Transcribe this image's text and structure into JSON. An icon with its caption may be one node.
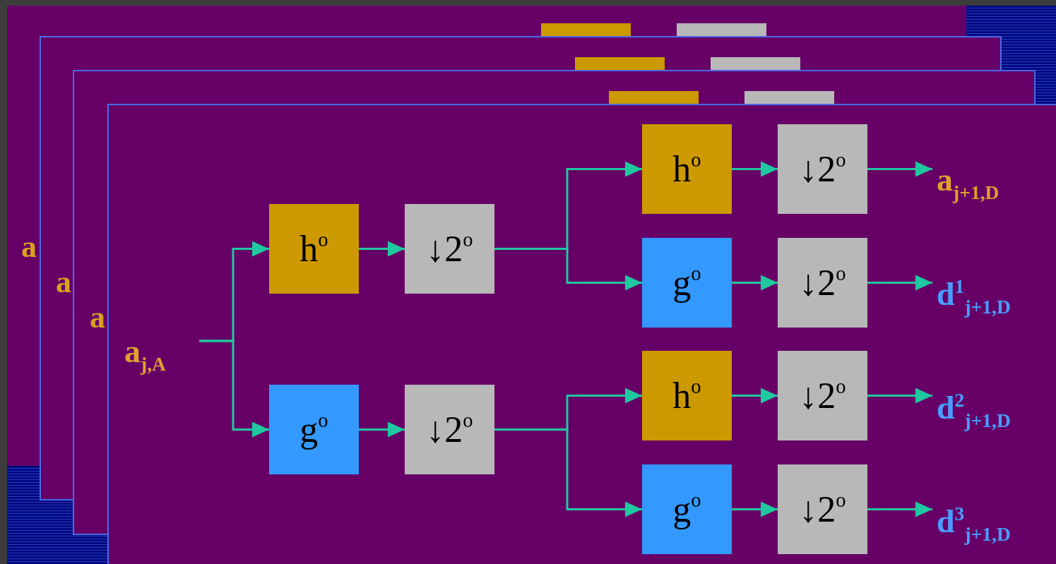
{
  "diagram": {
    "nodes": [
      {
        "text": [
          "a$_{j,A}$"
        ]
      },
      {
        "text": [
          "h$^{o}$"
        ]
      },
      {
        "text": [
          "↓2$^{o}$"
        ]
      },
      {
        "text": [
          "g$^{o}$"
        ]
      },
      {
        "text": [
          "↓2$^{o}$"
        ]
      },
      {
        "text": [
          "h$^{o}$"
        ]
      },
      {
        "text": [
          "↓2$^{o}$"
        ]
      },
      {
        "text": [
          "g$^{o}$"
        ]
      },
      {
        "text": [
          "↓2$^{o}$"
        ]
      },
      {
        "text": [
          "h$^{o}$"
        ]
      },
      {
        "text": [
          "↓2$^{o}$"
        ]
      },
      {
        "text": [
          "g$^{o}$"
        ]
      },
      {
        "text": [
          "↓2$^{o}$"
        ]
      },
      {
        "text": [
          "a$_{j+1,D}$"
        ]
      },
      {
        "text": [
          "d$^{1}$$_{j+1,D}$"
        ]
      },
      {
        "text": [
          "d$^{2}$$_{j+1,D}$"
        ]
      },
      {
        "text": [
          "d$^{3}$$_{j+1,D}$"
        ]
      }
    ],
    "edges": [
      {
        "from": 0,
        "to": 1,
        "arrow": "to"
      },
      {
        "from": 0,
        "to": 3,
        "arrow": "to"
      },
      {
        "from": 1,
        "to": 2,
        "arrow": "to"
      },
      {
        "from": 3,
        "to": 4,
        "arrow": "to"
      },
      {
        "from": 2,
        "to": 5,
        "arrow": "to"
      },
      {
        "from": 2,
        "to": 7,
        "arrow": "to"
      },
      {
        "from": 4,
        "to": 9,
        "arrow": "to"
      },
      {
        "from": 4,
        "to": 11,
        "arrow": "to"
      },
      {
        "from": 5,
        "to": 6,
        "arrow": "to"
      },
      {
        "from": 7,
        "to": 8,
        "arrow": "to"
      },
      {
        "from": 9,
        "to": 10,
        "arrow": "to"
      },
      {
        "from": 11,
        "to": 12,
        "arrow": "to"
      },
      {
        "from": 6,
        "to": 13,
        "arrow": "to"
      },
      {
        "from": 8,
        "to": 14,
        "arrow": "to"
      },
      {
        "from": 10,
        "to": 15,
        "arrow": "to"
      },
      {
        "from": 12,
        "to": 16,
        "arrow": "to"
      }
    ],
    "labels": [
      "a",
      "a",
      "a"
    ]
  }
}
